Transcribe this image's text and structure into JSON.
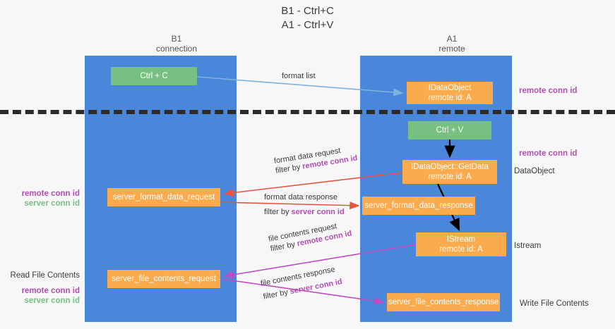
{
  "title": {
    "line1": "B1 - Ctrl+C",
    "line2": "A1 - Ctrl+V"
  },
  "columns": [
    {
      "name": "B1",
      "sub": "connection"
    },
    {
      "name": "A1",
      "sub": "remote"
    }
  ],
  "nodes": {
    "ctrl_c": {
      "label": "Ctrl + C",
      "color": "#76c181"
    },
    "idataobject": {
      "label": "IDataObject",
      "sub": "remote id: A",
      "color": "#f9ab4d"
    },
    "ctrl_v": {
      "label": "Ctrl + V",
      "color": "#76c181"
    },
    "getdata": {
      "label": "IDataObject::GetData",
      "sub": "remote id: A",
      "color": "#f9ab4d"
    },
    "server_format_data_request": {
      "label": "server_format_data_request",
      "color": "#f9ab4d"
    },
    "server_format_data_response": {
      "label": "server_format_data_response",
      "color": "#f9ab4d"
    },
    "istream": {
      "label": "IStream",
      "sub": "remote id: A",
      "color": "#f9ab4d"
    },
    "server_file_contents_request": {
      "label": "server_file_contents_request",
      "color": "#f9ab4d"
    },
    "server_file_contents_response": {
      "label": "server_file_contents_response",
      "color": "#f9ab4d"
    }
  },
  "edge_labels": {
    "format_list": {
      "line1": "format list",
      "line2": "",
      "highlight": ""
    },
    "format_data_request": {
      "line1": "format data request",
      "line2": "filter by ",
      "highlight": "remote conn id"
    },
    "format_data_response": {
      "line1": "format data response",
      "line2": "filter by ",
      "highlight": "server conn id"
    },
    "file_contents_request": {
      "line1": "file contents request",
      "line2": "filter by ",
      "highlight": "remote conn id"
    },
    "file_contents_response": {
      "line1": "file contents response",
      "line2": "filter by ",
      "highlight": "server conn id"
    }
  },
  "side_annotations": {
    "remote_conn_id_top": "remote conn id",
    "remote_conn_id_mid": "remote conn id",
    "dataobject": "DataObject",
    "istream": "Istream",
    "write_file_contents": "Write File Contents"
  },
  "left_annotations": {
    "remote_conn_id": "remote conn id",
    "server_conn_id": "server conn id",
    "read_file_contents": "Read File Contents",
    "remote_conn_id_2": "remote conn id",
    "server_conn_id_2": "server conn id"
  },
  "colors": {
    "lane": "#4a86d9",
    "green": "#76c181",
    "orange": "#f9ab4d",
    "purple": "#b24fb2",
    "red_arrow": "#e8533f",
    "magenta_arrow": "#c04bc0",
    "blue_arrow": "#7fb3e0",
    "black_arrow": "#000000",
    "divider": "#2b2b2b",
    "background": "#f7f7f7"
  }
}
